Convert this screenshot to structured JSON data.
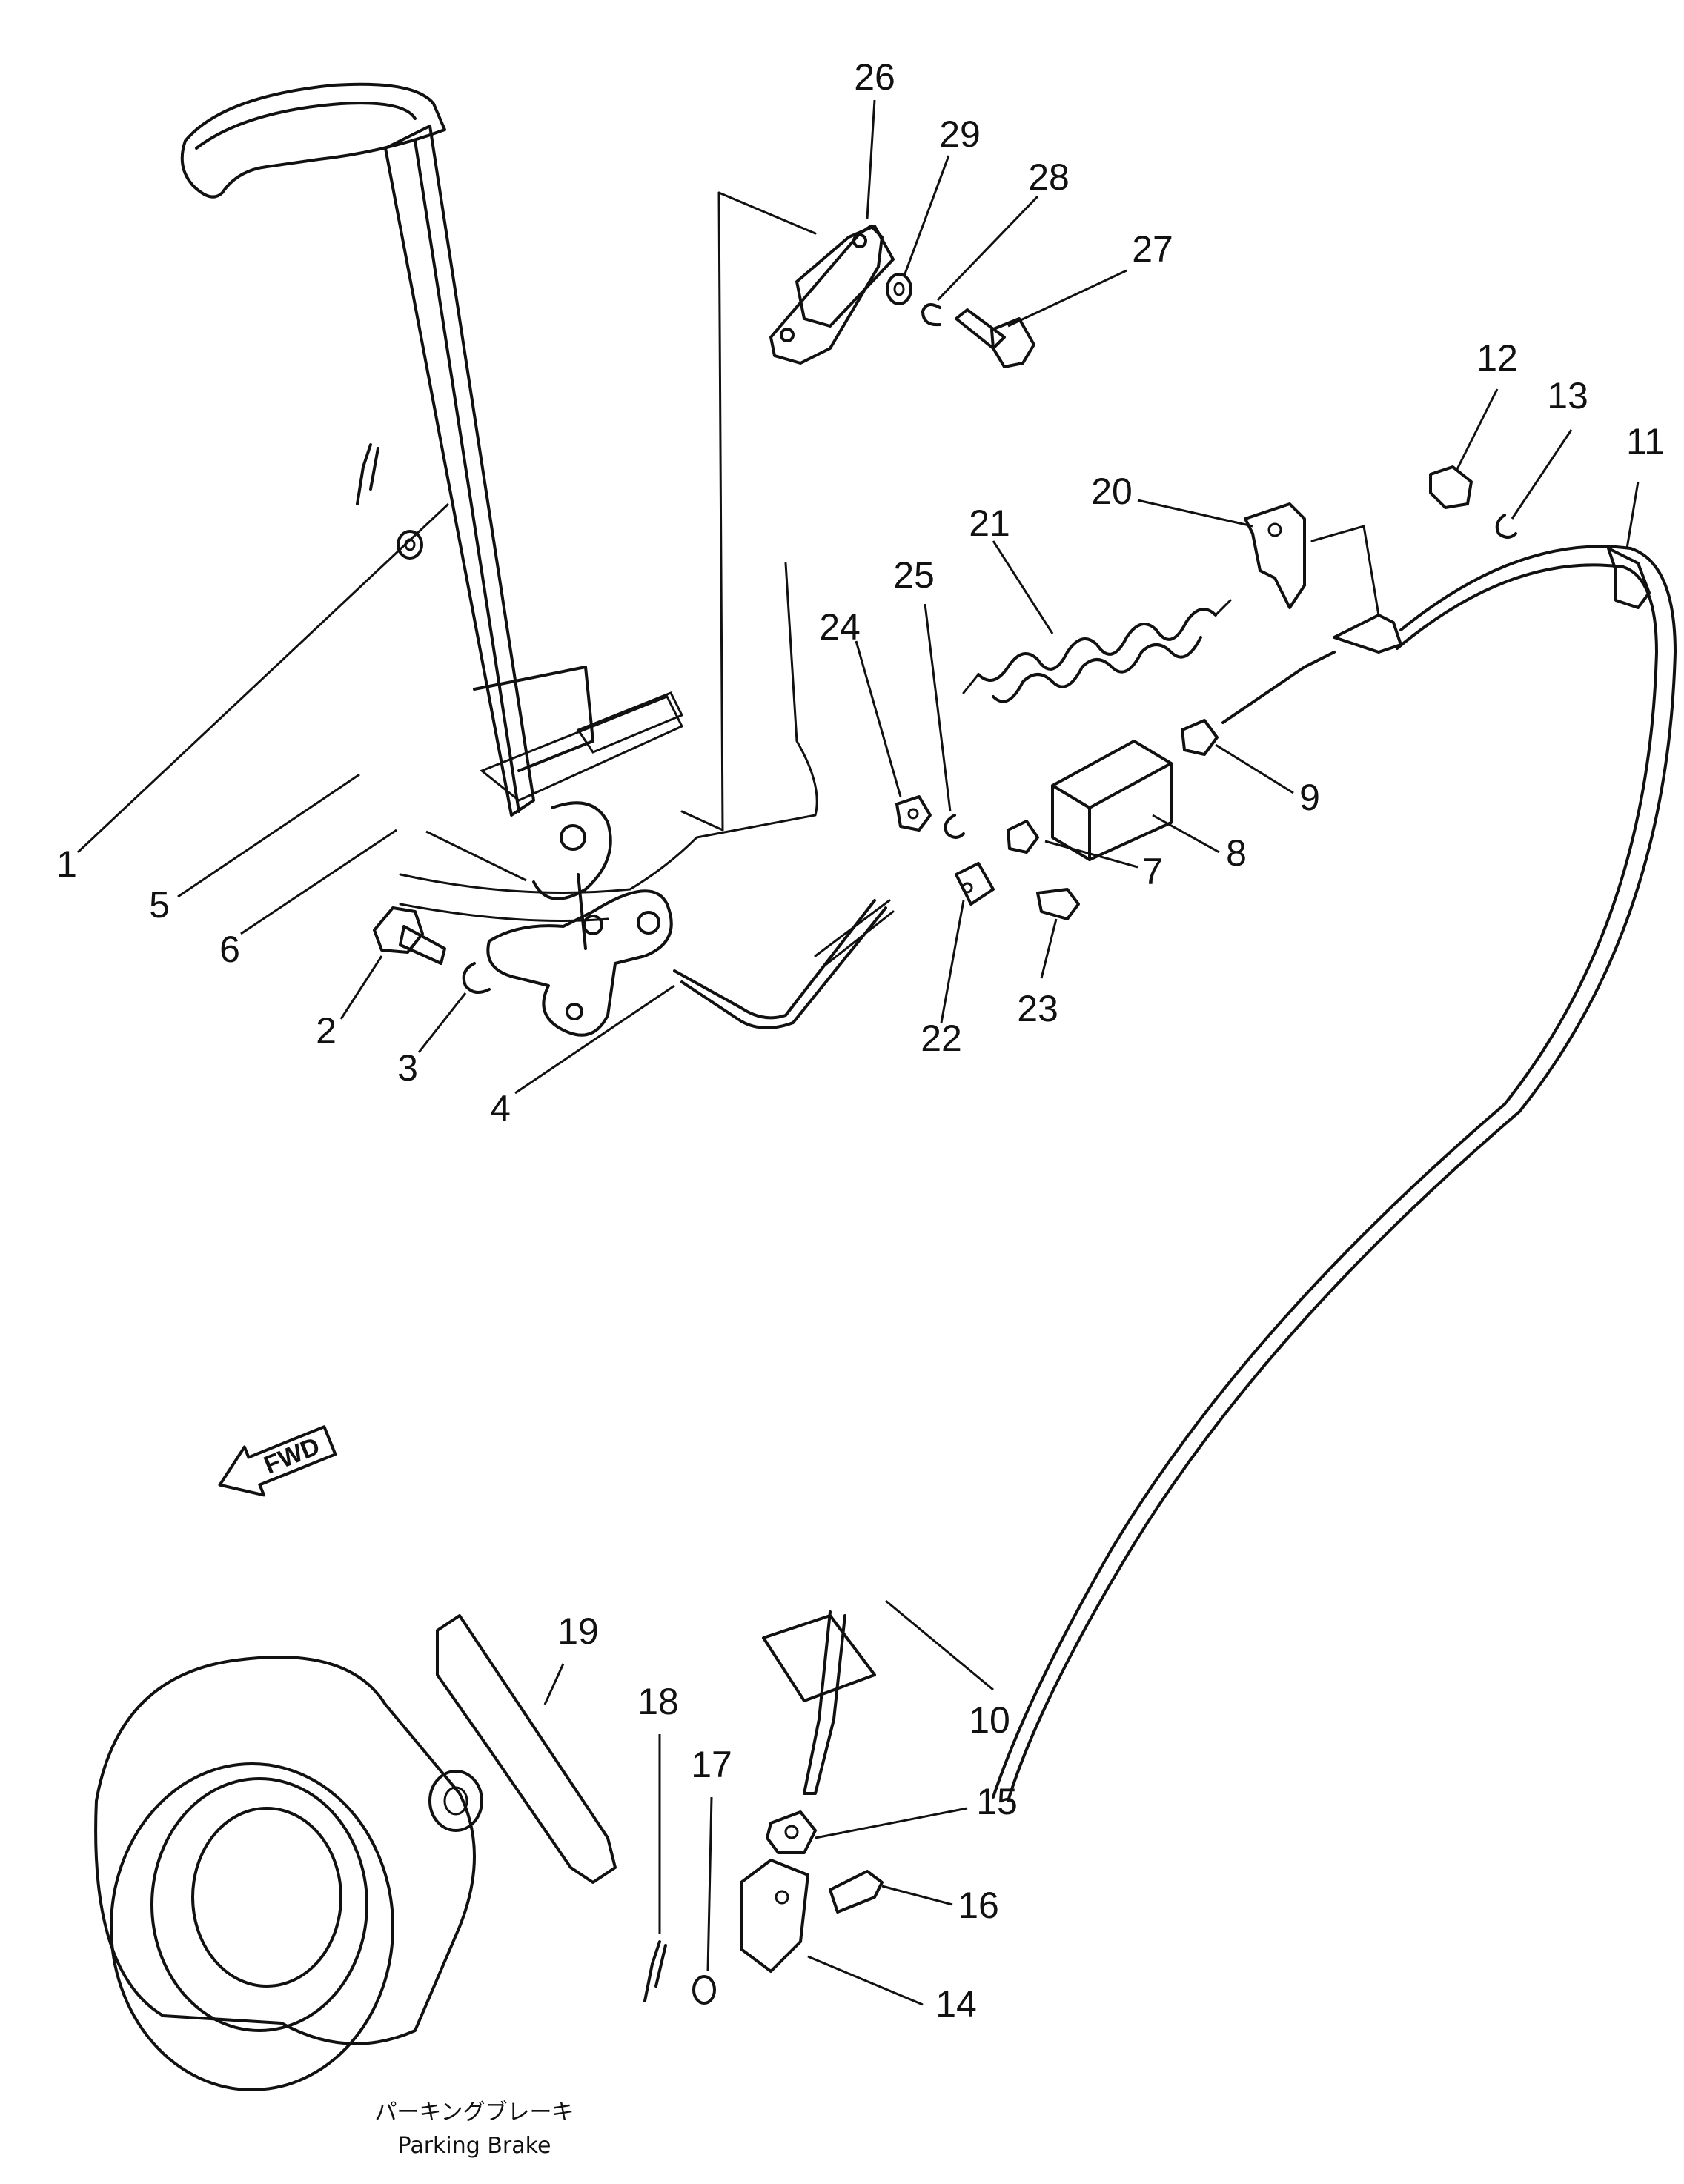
{
  "diagram": {
    "caption_jp": "パーキングブレーキ",
    "caption_en": "Parking Brake",
    "direction_label": "FWD",
    "callouts": [
      {
        "id": "1",
        "label": "1"
      },
      {
        "id": "2",
        "label": "2"
      },
      {
        "id": "3",
        "label": "3"
      },
      {
        "id": "4",
        "label": "4"
      },
      {
        "id": "5",
        "label": "5"
      },
      {
        "id": "6",
        "label": "6"
      },
      {
        "id": "7",
        "label": "7"
      },
      {
        "id": "8",
        "label": "8"
      },
      {
        "id": "9",
        "label": "9"
      },
      {
        "id": "10",
        "label": "10"
      },
      {
        "id": "11",
        "label": "11"
      },
      {
        "id": "12",
        "label": "12"
      },
      {
        "id": "13",
        "label": "13"
      },
      {
        "id": "14",
        "label": "14"
      },
      {
        "id": "15",
        "label": "15"
      },
      {
        "id": "16",
        "label": "16"
      },
      {
        "id": "17",
        "label": "17"
      },
      {
        "id": "18",
        "label": "18"
      },
      {
        "id": "19",
        "label": "19"
      },
      {
        "id": "20",
        "label": "20"
      },
      {
        "id": "21",
        "label": "21"
      },
      {
        "id": "22",
        "label": "22"
      },
      {
        "id": "23",
        "label": "23"
      },
      {
        "id": "24",
        "label": "24"
      },
      {
        "id": "25",
        "label": "25"
      },
      {
        "id": "26",
        "label": "26"
      },
      {
        "id": "27",
        "label": "27"
      },
      {
        "id": "28",
        "label": "28"
      },
      {
        "id": "29",
        "label": "29"
      }
    ]
  }
}
